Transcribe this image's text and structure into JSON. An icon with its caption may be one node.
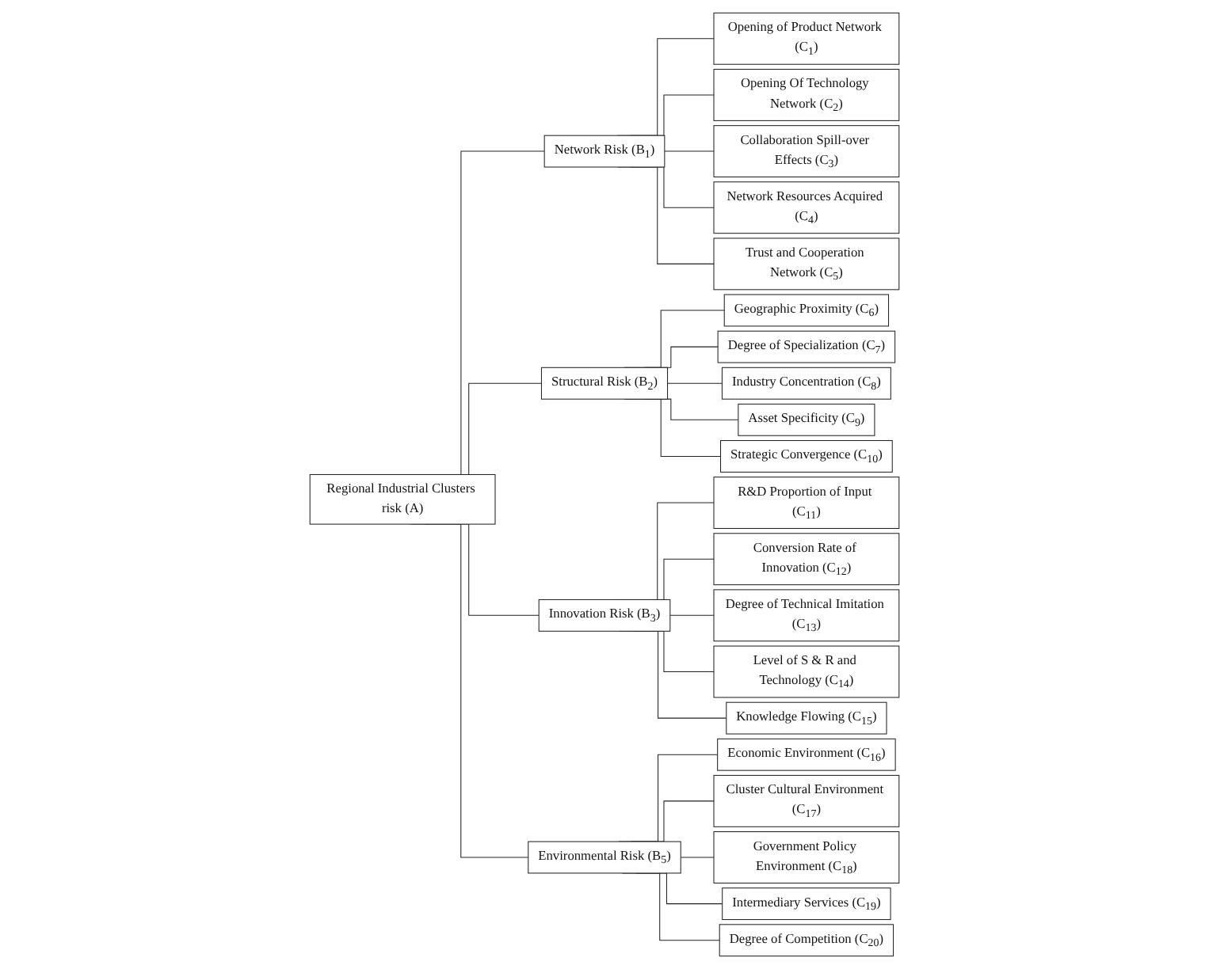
{
  "diagram": {
    "nodes": [
      {
        "text": [
          "Regional Industrial Clusters risk (A)"
        ]
      },
      {
        "text": [
          "Network Risk (B$_{1}$)"
        ]
      },
      {
        "text": [
          "Structural Risk (B$_{2}$)"
        ]
      },
      {
        "text": [
          "Innovation Risk (B$_{3}$)"
        ]
      },
      {
        "text": [
          "Environmental Risk (B$_{5}$)"
        ]
      },
      {
        "text": [
          "Opening of Product Network (C$_{1}$)"
        ]
      },
      {
        "text": [
          "Opening Of Technology Network (C$_{2}$)"
        ]
      },
      {
        "text": [
          "Collaboration Spill-over Effects (C$_{3}$)"
        ]
      },
      {
        "text": [
          "Network Resources Acquired (C$_{4}$)"
        ]
      },
      {
        "text": [
          "Trust and Cooperation Network (C$_{5}$)"
        ]
      },
      {
        "text": [
          "Geographic Proximity (C$_{6}$)"
        ]
      },
      {
        "text": [
          "Degree of Specialization (C$_{7}$)"
        ]
      },
      {
        "text": [
          "Industry Concentration (C$_{8}$)"
        ]
      },
      {
        "text": [
          "Asset Specificity (C$_{9}$)"
        ]
      },
      {
        "text": [
          "Strategic Convergence (C$_{10}$)"
        ]
      },
      {
        "text": [
          "R&D Proportion of Input (C$_{11}$)"
        ]
      },
      {
        "text": [
          "Conversion Rate of Innovation (C$_{12}$)"
        ]
      },
      {
        "text": [
          "Degree of Technical Imitation (C$_{13}$)"
        ]
      },
      {
        "text": [
          "Level of S & R and Technology (C$_{14}$)"
        ]
      },
      {
        "text": [
          "Knowledge Flowing (C$_{15}$)"
        ]
      },
      {
        "text": [
          "Economic Environment (C$_{16}$)"
        ]
      },
      {
        "text": [
          "Cluster Cultural Environment (C$_{17}$)"
        ]
      },
      {
        "text": [
          "Government Policy Environment (C$_{18}$)"
        ]
      },
      {
        "text": [
          "Intermediary Services (C$_{19}$)"
        ]
      },
      {
        "text": [
          "Degree of Competition (C$_{20}$)"
        ]
      }
    ],
    "edges": [
      {
        "from": 0,
        "to": 1,
        "arrow": "none"
      },
      {
        "from": 0,
        "to": 2,
        "arrow": "none"
      },
      {
        "from": 0,
        "to": 3,
        "arrow": "none"
      },
      {
        "from": 0,
        "to": 4,
        "arrow": "none"
      },
      {
        "from": 1,
        "to": 5,
        "arrow": "none"
      },
      {
        "from": 1,
        "to": 6,
        "arrow": "none"
      },
      {
        "from": 1,
        "to": 7,
        "arrow": "none"
      },
      {
        "from": 1,
        "to": 8,
        "arrow": "none"
      },
      {
        "from": 1,
        "to": 9,
        "arrow": "none"
      },
      {
        "from": 2,
        "to": 10,
        "arrow": "none"
      },
      {
        "from": 2,
        "to": 11,
        "arrow": "none"
      },
      {
        "from": 2,
        "to": 12,
        "arrow": "none"
      },
      {
        "from": 2,
        "to": 13,
        "arrow": "none"
      },
      {
        "from": 2,
        "to": 14,
        "arrow": "none"
      },
      {
        "from": 3,
        "to": 15,
        "arrow": "none"
      },
      {
        "from": 3,
        "to": 16,
        "arrow": "none"
      },
      {
        "from": 3,
        "to": 17,
        "arrow": "none"
      },
      {
        "from": 3,
        "to": 18,
        "arrow": "none"
      },
      {
        "from": 3,
        "to": 19,
        "arrow": "none"
      },
      {
        "from": 4,
        "to": 20,
        "arrow": "none"
      },
      {
        "from": 4,
        "to": 21,
        "arrow": "none"
      },
      {
        "from": 4,
        "to": 22,
        "arrow": "none"
      },
      {
        "from": 4,
        "to": 23,
        "arrow": "none"
      },
      {
        "from": 4,
        "to": 24,
        "arrow": "none"
      }
    ]
  }
}
